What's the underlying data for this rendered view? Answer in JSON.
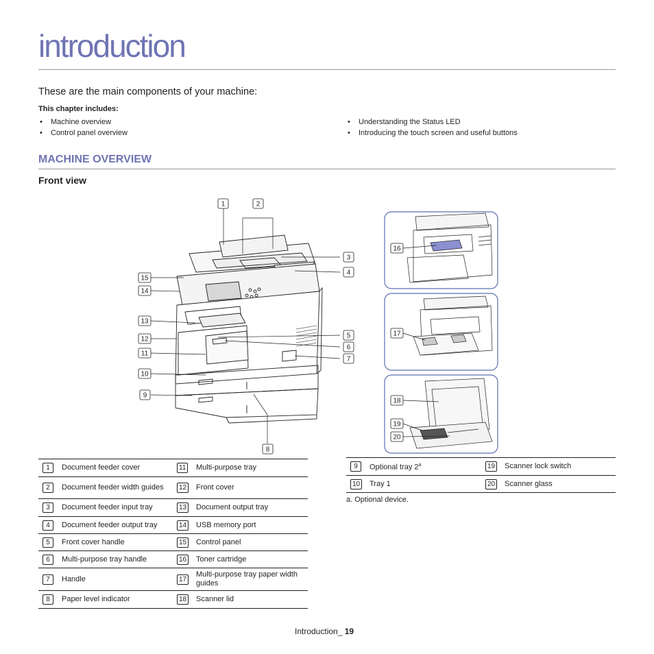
{
  "header": {
    "title": "introduction"
  },
  "intro": {
    "text": "These are the main components of your machine:",
    "chapter_label": "This chapter includes:",
    "bullets_left": [
      "Machine overview",
      "Control panel overview"
    ],
    "bullets_right": [
      "Understanding the Status LED",
      "Introducing the touch screen and useful buttons"
    ]
  },
  "section": {
    "heading": "MACHINE OVERVIEW",
    "subheading": "Front view"
  },
  "callouts_main": [
    "1",
    "2",
    "3",
    "4",
    "5",
    "6",
    "7",
    "8",
    "9",
    "10",
    "11",
    "12",
    "13",
    "14",
    "15"
  ],
  "callouts_inset": [
    "16",
    "17",
    "18",
    "19",
    "20"
  ],
  "table_left": [
    {
      "n1": "1",
      "l1": "Document feeder cover",
      "n2": "11",
      "l2": "Multi-purpose tray"
    },
    {
      "n1": "2",
      "l1": "Document feeder width guides",
      "n2": "12",
      "l2": "Front cover"
    },
    {
      "n1": "3",
      "l1": "Document feeder input tray",
      "n2": "13",
      "l2": "Document output tray"
    },
    {
      "n1": "4",
      "l1": "Document feeder output tray",
      "n2": "14",
      "l2": "USB memory port"
    },
    {
      "n1": "5",
      "l1": "Front cover handle",
      "n2": "15",
      "l2": "Control panel"
    },
    {
      "n1": "6",
      "l1": "Multi-purpose tray handle",
      "n2": "16",
      "l2": "Toner cartridge"
    },
    {
      "n1": "7",
      "l1": "Handle",
      "n2": "17",
      "l2": "Multi-purpose tray paper width guides"
    },
    {
      "n1": "8",
      "l1": "Paper level indicator",
      "n2": "18",
      "l2": "Scanner lid"
    }
  ],
  "table_right": [
    {
      "n1": "9",
      "l1": "Optional tray 2",
      "sup": "a",
      "n2": "19",
      "l2": "Scanner lock switch"
    },
    {
      "n1": "10",
      "l1": "Tray 1",
      "sup": "",
      "n2": "20",
      "l2": "Scanner glass"
    }
  ],
  "footnote": "a. Optional device.",
  "footer": {
    "label": "Introduction_ ",
    "page": "19"
  },
  "colors": {
    "accent": "#6f74b4",
    "inset_border": "#5a6fb0"
  }
}
